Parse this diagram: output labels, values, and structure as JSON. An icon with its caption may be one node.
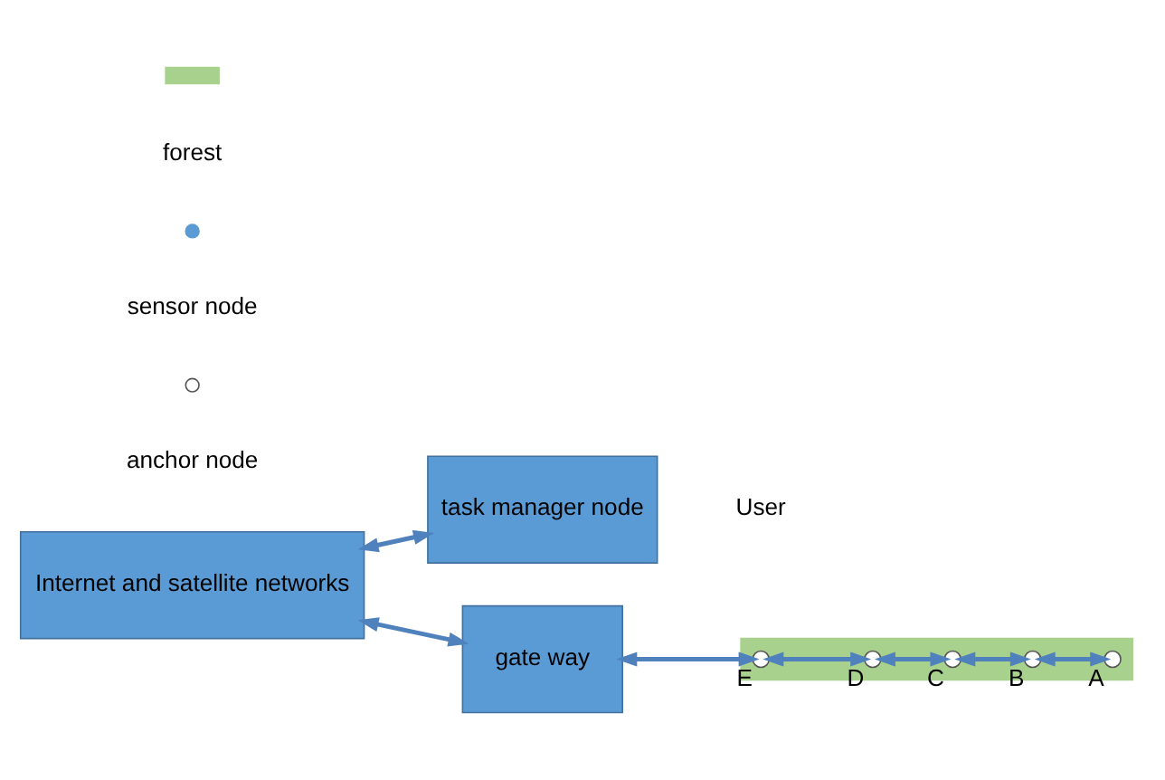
{
  "diagram": {
    "nodes": [
      {
        "text": [
          "Internet and satellite networks"
        ]
      },
      {
        "text": [
          "task manager node"
        ]
      },
      {
        "text": [
          "gate way"
        ]
      },
      {
        "text": [],
        "shape": "box"
      },
      {
        "text": [],
        "shape": "circle",
        "in": 3,
        "beside": [
          "E"
        ]
      },
      {
        "text": [],
        "shape": "circle",
        "in": 3,
        "beside": [
          "D"
        ]
      },
      {
        "text": [],
        "shape": "circle",
        "in": 3,
        "beside": [
          "C"
        ]
      },
      {
        "text": [],
        "shape": "circle",
        "in": 3,
        "beside": [
          "B"
        ]
      },
      {
        "text": [],
        "shape": "circle",
        "in": 3,
        "beside": [
          "A"
        ]
      }
    ],
    "edges": [
      {
        "from": 0,
        "to": 2,
        "arrow": "both"
      },
      {
        "from": 0,
        "to": 1,
        "arrow": "both"
      },
      {
        "from": 2,
        "to": 4,
        "arrow": "both"
      },
      {
        "from": 4,
        "to": 5,
        "arrow": "both"
      },
      {
        "from": 5,
        "to": 6,
        "arrow": "both"
      },
      {
        "from": 6,
        "to": 7,
        "arrow": "both"
      },
      {
        "from": 7,
        "to": 8,
        "arrow": "both"
      }
    ],
    "labels": [
      "User"
    ],
    "legend": [
      {
        "text": "forest",
        "color": "#a9d18e"
      },
      {
        "text": "sensor node"
      },
      {
        "text": "anchor node"
      }
    ]
  }
}
